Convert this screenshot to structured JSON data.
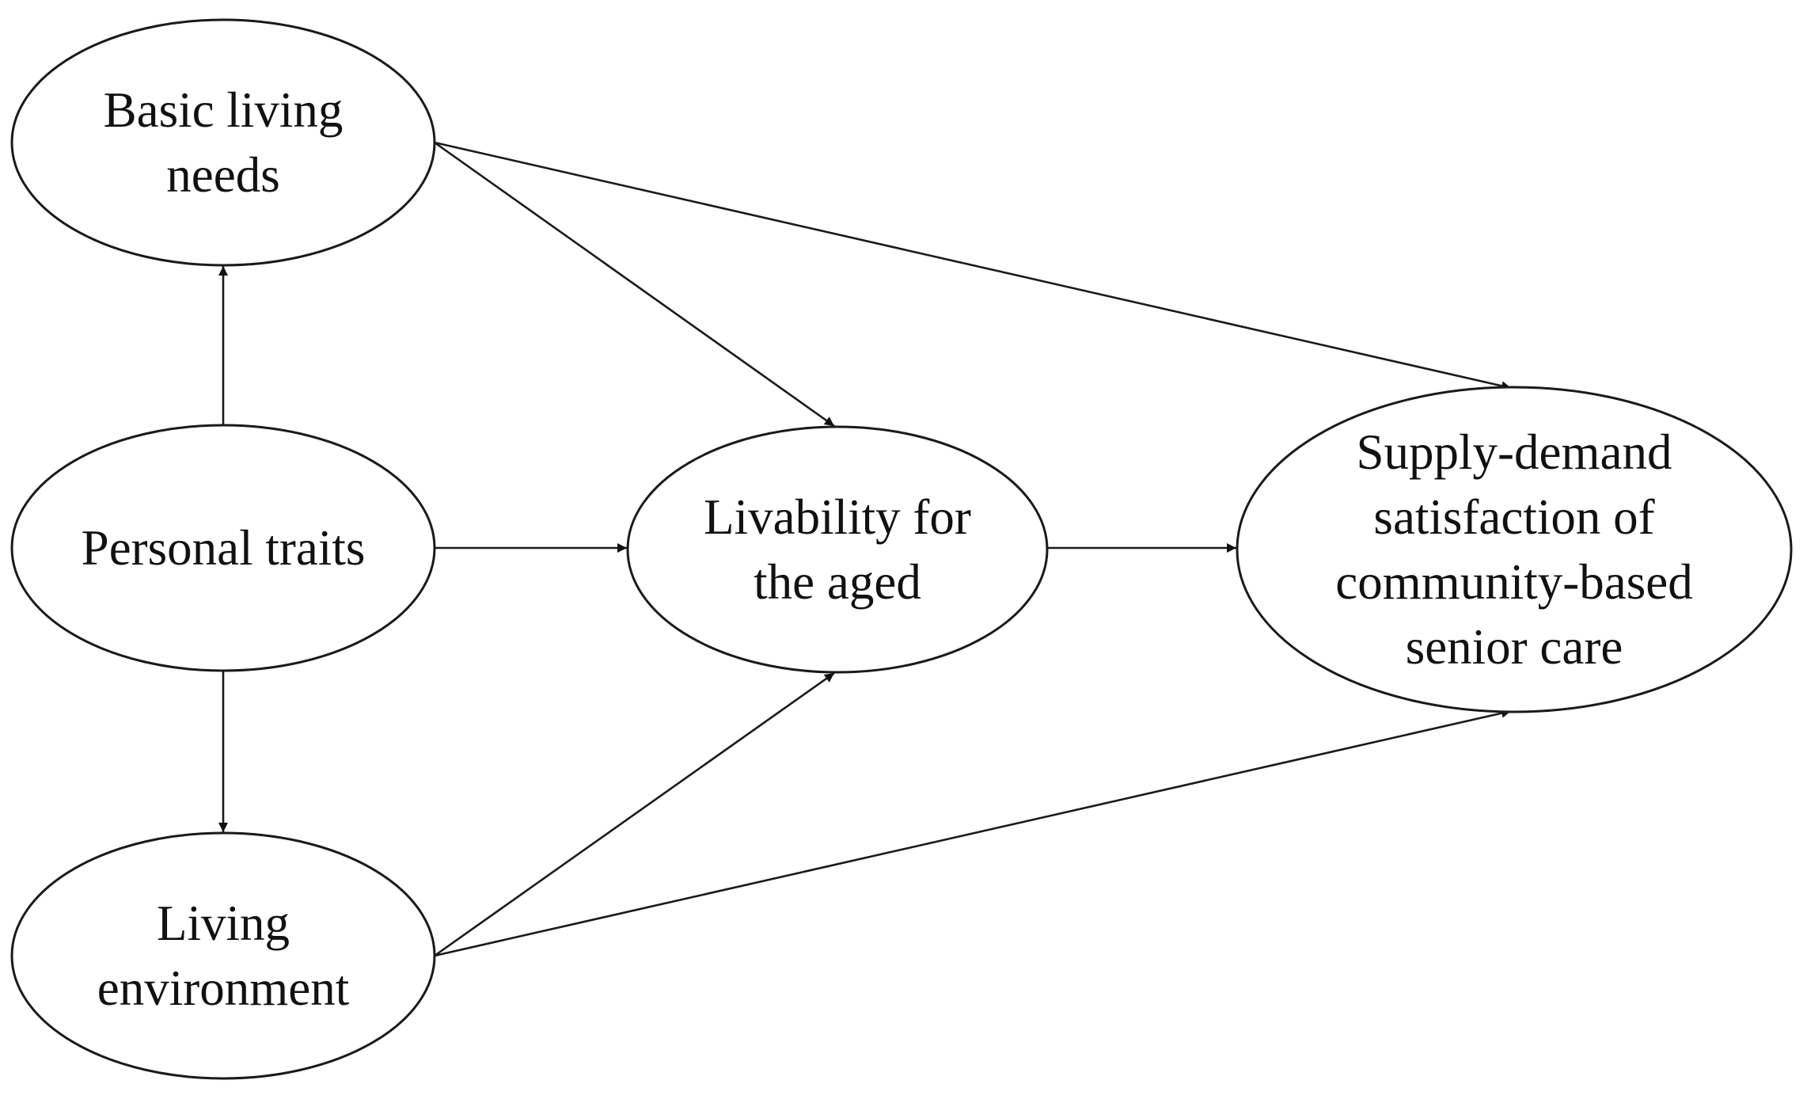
{
  "nodes": [
    {
      "id": "basic",
      "lines": [
        "Basic living",
        "needs"
      ]
    },
    {
      "id": "personal",
      "lines": [
        "Personal traits"
      ]
    },
    {
      "id": "environment",
      "lines": [
        "Living",
        "environment"
      ]
    },
    {
      "id": "livability",
      "lines": [
        "Livability for",
        "the aged"
      ]
    },
    {
      "id": "satisfaction",
      "lines": [
        "Supply-demand",
        "satisfaction of",
        "community-based",
        "senior care"
      ]
    }
  ],
  "edges": [
    {
      "from": "personal",
      "to": "basic"
    },
    {
      "from": "personal",
      "to": "environment"
    },
    {
      "from": "personal",
      "to": "livability"
    },
    {
      "from": "basic",
      "to": "livability"
    },
    {
      "from": "environment",
      "to": "livability"
    },
    {
      "from": "basic",
      "to": "satisfaction"
    },
    {
      "from": "environment",
      "to": "satisfaction"
    },
    {
      "from": "livability",
      "to": "satisfaction"
    }
  ]
}
